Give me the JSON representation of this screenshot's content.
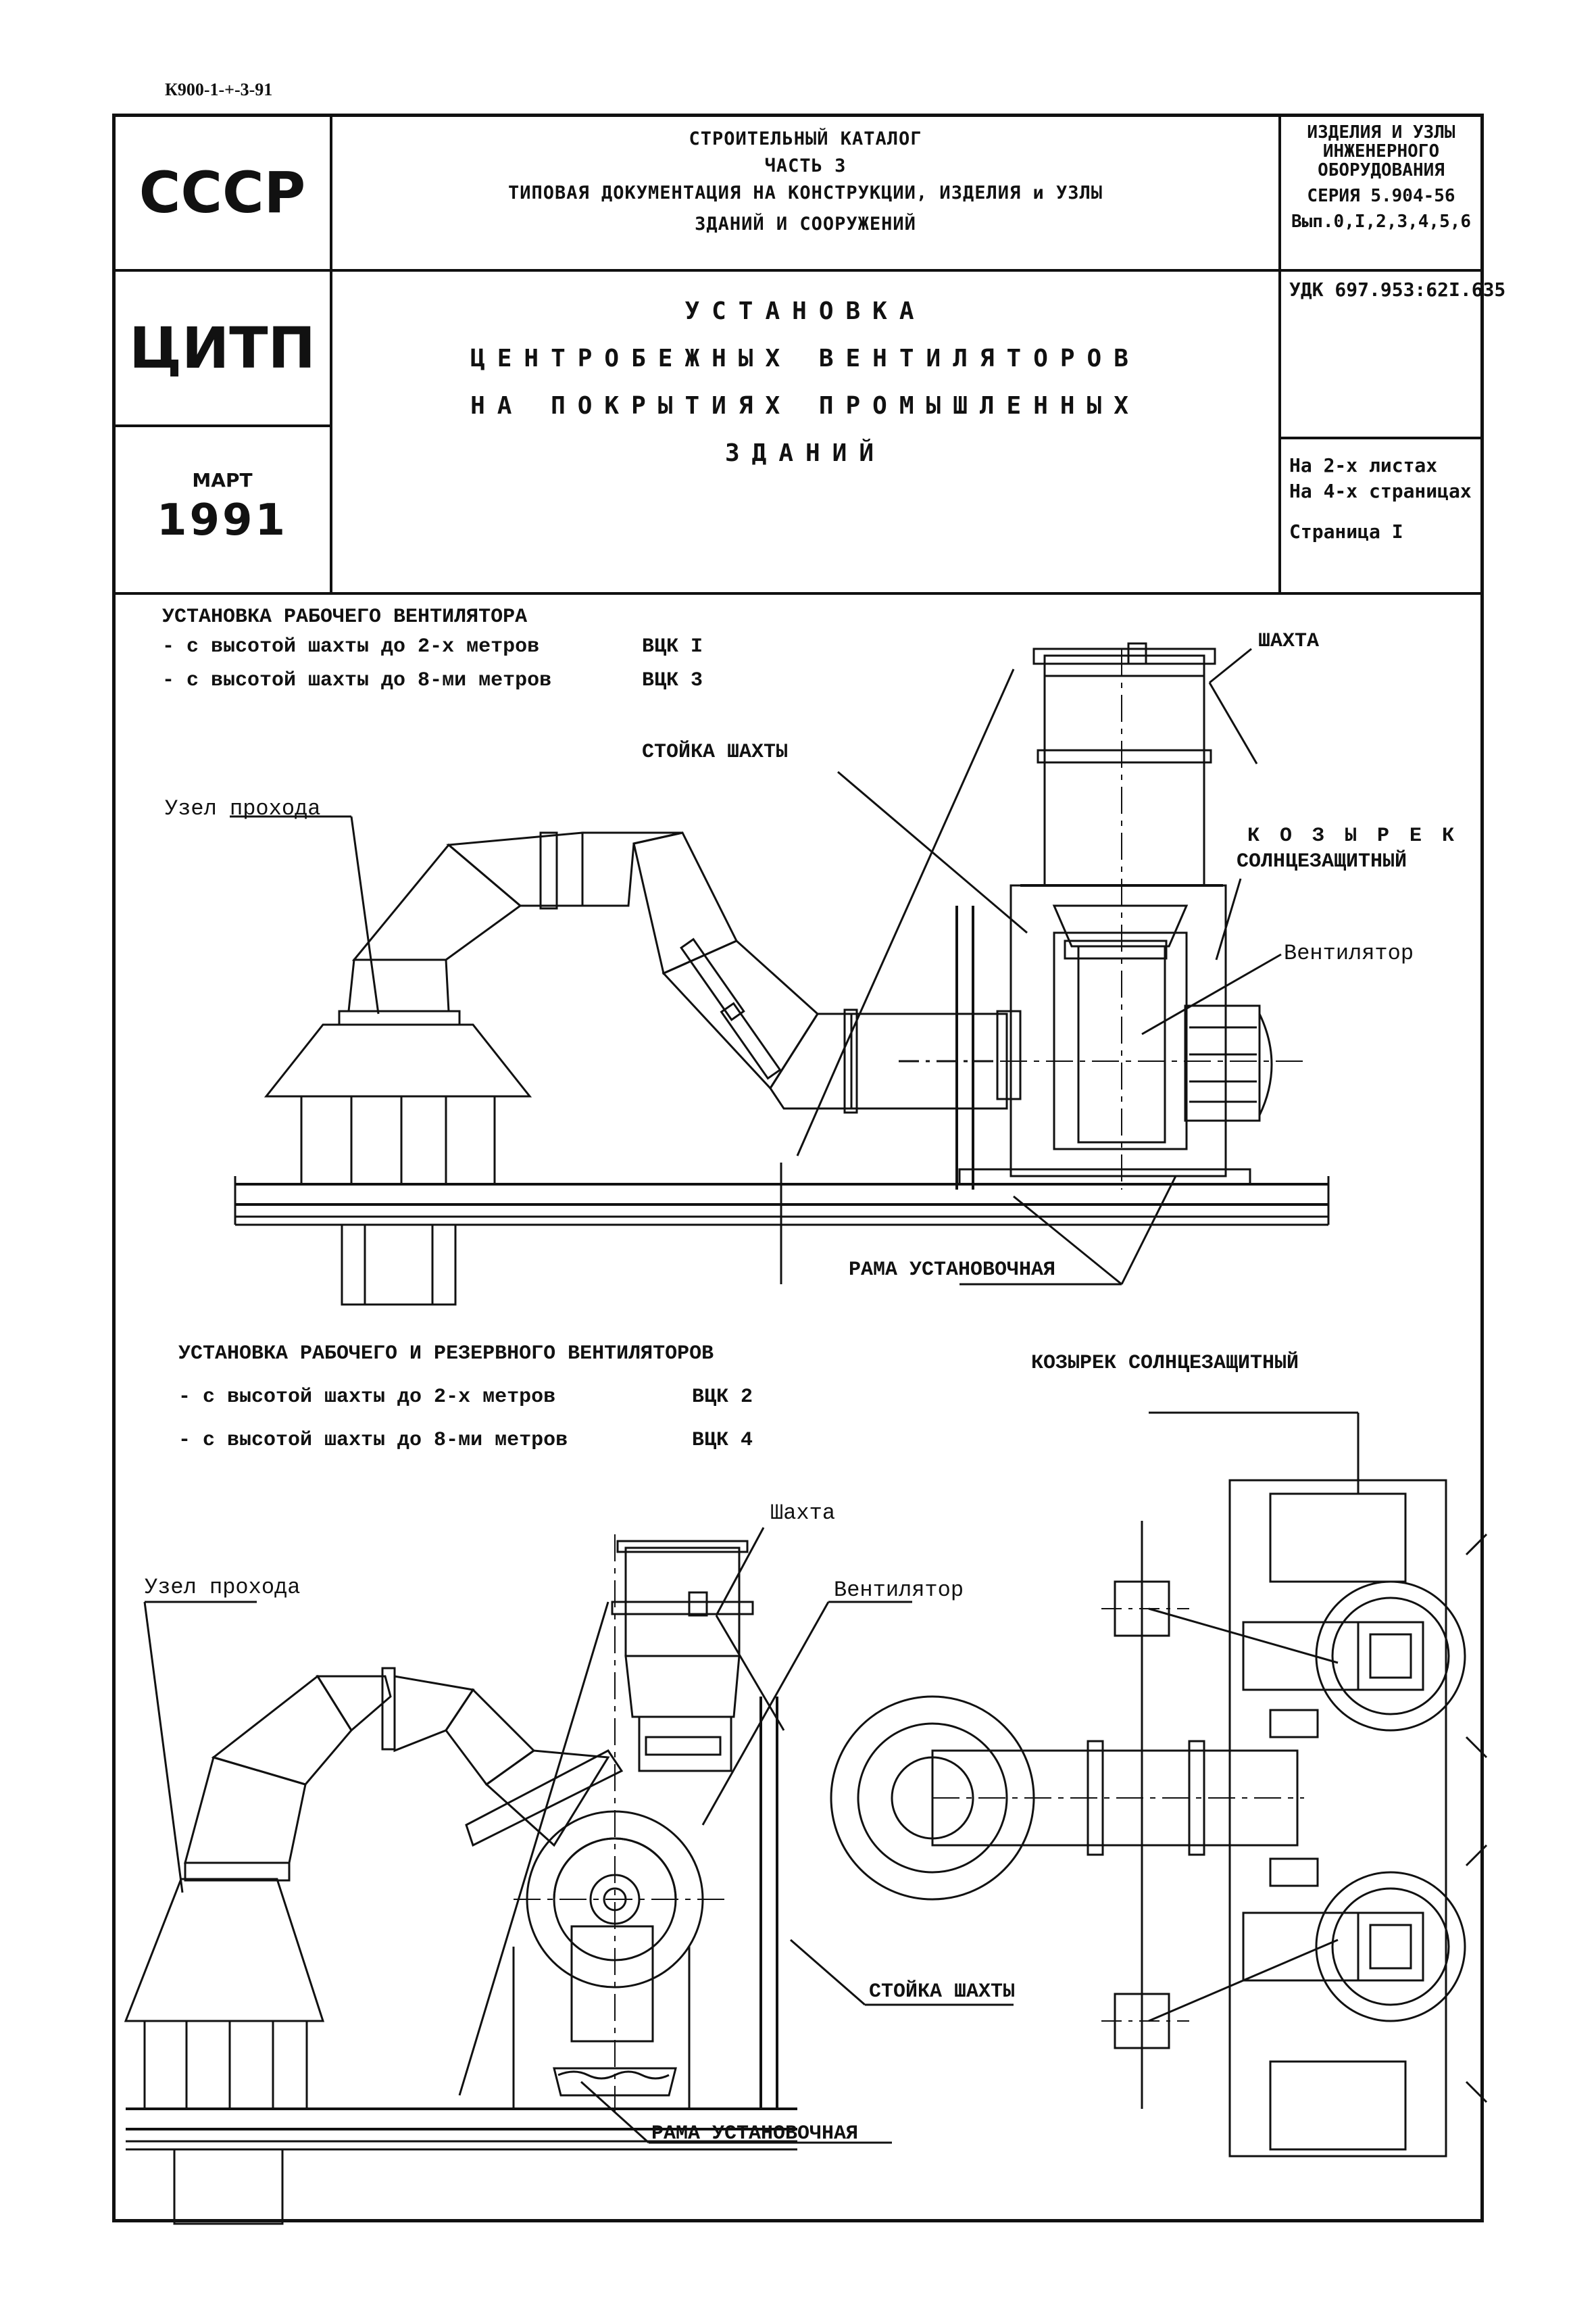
{
  "doc_code": "К900-1-+-3-91",
  "header": {
    "ussr": "СССР",
    "citp": "ЦИТП",
    "month": "МАРТ",
    "year": "1991",
    "catalog_lines": [
      "СТРОИТЕЛЬНЫЙ КАТАЛОГ",
      "ЧАСТЬ 3",
      "ТИПОВАЯ ДОКУМЕНТАЦИЯ НА КОНСТРУКЦИИ, ИЗДЕЛИЯ  и  УЗЛЫ",
      "ЗДАНИЙ  И СООРУЖЕНИЙ"
    ],
    "series_lines": [
      "ИЗДЕЛИЯ И УЗЛЫ",
      "ИНЖЕНЕРНОГО",
      "ОБОРУДОВАНИЯ",
      "СЕРИЯ 5.904-56",
      "Вып.0,I,2,3,4,5,6"
    ],
    "udk": "УДК 697.953:62I.635",
    "title_lines": [
      "УСТАНОВКА",
      "ЦЕНТРОБЕЖНЫХ ВЕНТИЛЯТОРОВ",
      "НА ПОКРЫТИЯХ ПРОМЫШЛЕННЫХ",
      "ЗДАНИЙ"
    ],
    "sheets": "На 2-х листах",
    "pages": "На 4-х страницах",
    "page": "Страница I"
  },
  "section1": {
    "heading": "УСТАНОВКА РАБОЧЕГО ВЕНТИЛЯТОРА",
    "row1_text": "- с высотой шахты до 2-х метров",
    "row1_code": "ВЦК I",
    "row2_text": "- с высотой шахты до 8-ми метров",
    "row2_code": "ВЦК 3",
    "labels": {
      "shaft": "ШАХТА",
      "shaft_post": "СТОЙКА ШАХТЫ",
      "pass_node": "Узел прохода",
      "visor_1": "К О З Ы Р Е К",
      "visor_2": "СОЛНЦЕЗАЩИТНЫЙ",
      "fan": "Вентилятор",
      "frame": "РАМА УСТАНОВОЧНАЯ"
    }
  },
  "section2": {
    "heading": "УСТАНОВКА РАБОЧЕГО И РЕЗЕРВНОГО ВЕНТИЛЯТОРОВ",
    "row1_text": "- с высотой шахты до 2-х метров",
    "row1_code": "ВЦК 2",
    "row2_text": "- с высотой шахты до 8-ми метров",
    "row2_code": "ВЦК 4",
    "labels": {
      "visor": "КОЗЫРЕК СОЛНЦЕЗАЩИТНЫЙ",
      "shaft": "Шахта",
      "fan": "Вентилятор",
      "pass_node": "Узел прохода",
      "shaft_post": "СТОЙКА ШАХТЫ",
      "frame": "РАМА УСТАНОВОЧНАЯ"
    }
  }
}
